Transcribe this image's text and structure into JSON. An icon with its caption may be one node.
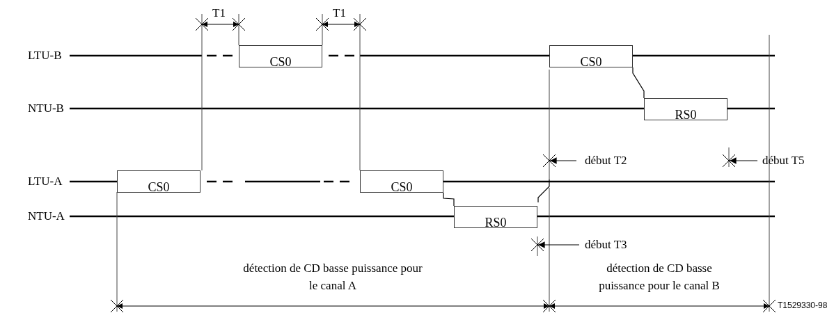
{
  "diagram": {
    "nodes": [
      {
        "text": [
          "CS0"
        ]
      },
      {
        "text": [
          "CS0"
        ]
      },
      {
        "text": [
          "RS0"
        ]
      },
      {
        "text": [
          "CS0"
        ]
      },
      {
        "text": [
          "CS0"
        ]
      },
      {
        "text": [
          "RS0"
        ]
      }
    ],
    "edges": [
      {
        "from": 4,
        "to": 5,
        "arrow": "none"
      },
      {
        "from": 1,
        "to": 2,
        "arrow": "none"
      }
    ],
    "labels": [
      "T1",
      "T1",
      "LTU-B",
      "NTU-B",
      "début T2",
      "début T5",
      "LTU-A",
      "NTU-A",
      "début T3",
      "détection de CD basse puissance pour le canal A",
      "détection de CD basse puissance pour le canal B",
      "T1529330-98"
    ]
  }
}
